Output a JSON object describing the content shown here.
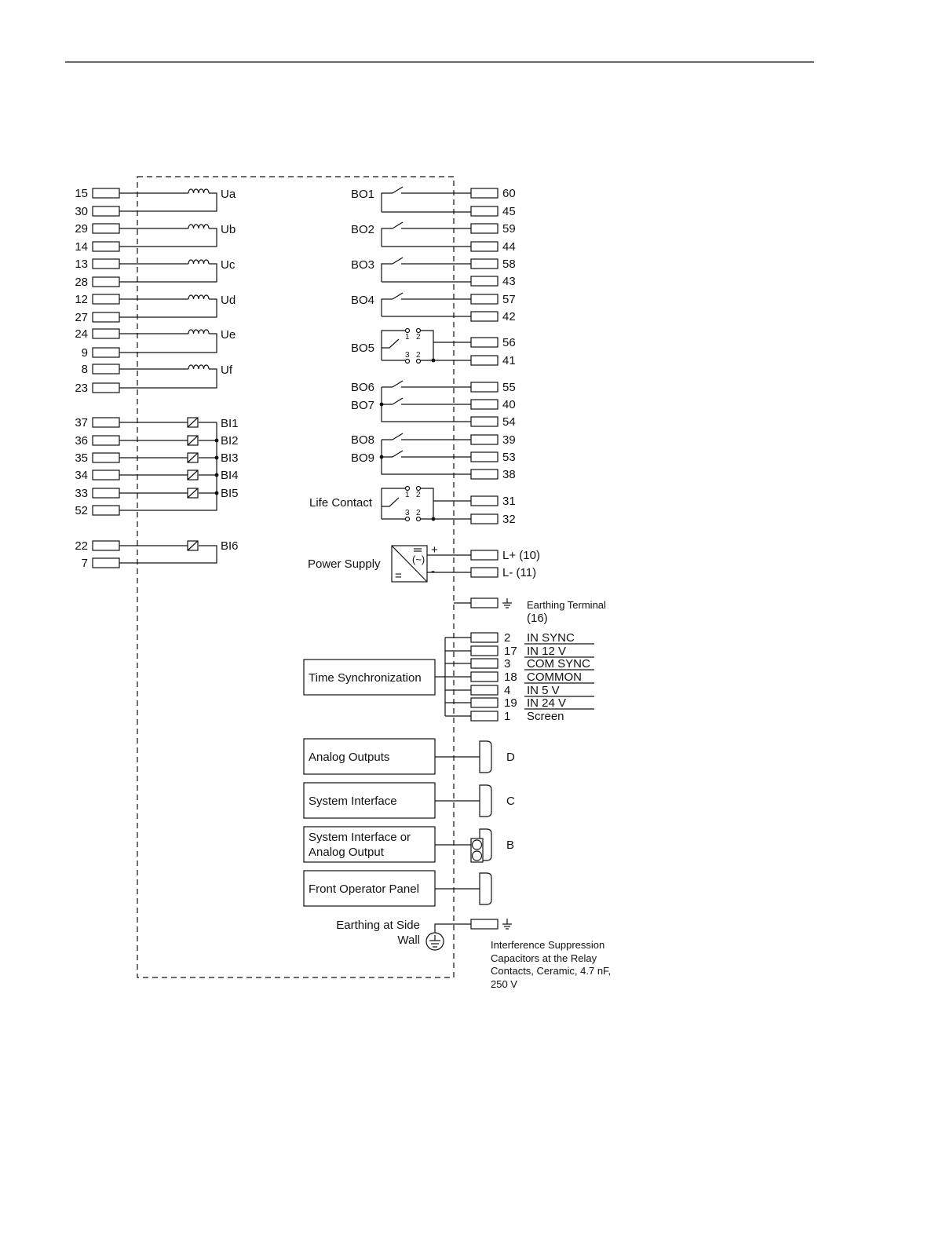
{
  "left_voltage_inputs": [
    {
      "label": "Ua",
      "terminals": [
        "15",
        "30"
      ]
    },
    {
      "label": "Ub",
      "terminals": [
        "29",
        "14"
      ]
    },
    {
      "label": "Uc",
      "terminals": [
        "13",
        "28"
      ]
    },
    {
      "label": "Ud",
      "terminals": [
        "12",
        "27"
      ]
    },
    {
      "label": "Ue",
      "terminals": [
        "24",
        "9"
      ]
    },
    {
      "label": "Uf",
      "terminals": [
        "8",
        "23"
      ]
    }
  ],
  "binary_inputs": {
    "group": [
      {
        "label": "BI1",
        "terminal": "37"
      },
      {
        "label": "BI2",
        "terminal": "36"
      },
      {
        "label": "BI3",
        "terminal": "35"
      },
      {
        "label": "BI4",
        "terminal": "34"
      },
      {
        "label": "BI5",
        "terminal": "33"
      }
    ],
    "group_common": "52",
    "bi6": {
      "label": "BI6",
      "terminals": [
        "22",
        "7"
      ]
    }
  },
  "binary_outputs": {
    "simple": [
      {
        "label": "BO1",
        "terminals": [
          "60",
          "45"
        ]
      },
      {
        "label": "BO2",
        "terminals": [
          "59",
          "44"
        ]
      },
      {
        "label": "BO3",
        "terminals": [
          "58",
          "43"
        ]
      },
      {
        "label": "BO4",
        "terminals": [
          "57",
          "42"
        ]
      }
    ],
    "bo5": {
      "label": "BO5",
      "terminals": [
        "56",
        "41"
      ],
      "jumper_top": [
        "1",
        "2"
      ],
      "jumper_bottom": [
        "3",
        "2"
      ]
    },
    "bo6_7": {
      "labels": [
        "BO6",
        "BO7"
      ],
      "terminals": [
        "55",
        "40",
        "54"
      ]
    },
    "bo8_9": {
      "labels": [
        "BO8",
        "BO9"
      ],
      "terminals": [
        "39",
        "53",
        "38"
      ]
    },
    "life_contact": {
      "label": "Life Contact",
      "terminals": [
        "31",
        "32"
      ],
      "jumper_top": [
        "1",
        "2"
      ],
      "jumper_bottom": [
        "3",
        "2"
      ]
    }
  },
  "power_supply": {
    "label": "Power Supply",
    "symbol_ac": "(~)",
    "symbol_dc": "=",
    "plus": "+",
    "minus": "-",
    "terminals": [
      "L+ (10)",
      "L-  (11)"
    ]
  },
  "earthing_terminal": {
    "label": "Earthing Terminal",
    "number": "(16)"
  },
  "time_sync": {
    "label": "Time Synchronization",
    "rows": [
      {
        "num": "2",
        "name": "IN SYNC"
      },
      {
        "num": "17",
        "name": "IN 12 V"
      },
      {
        "num": "3",
        "name": "COM SYNC"
      },
      {
        "num": "18",
        "name": "COMMON"
      },
      {
        "num": "4",
        "name": "IN 5 V"
      },
      {
        "num": "19",
        "name": "IN 24 V"
      },
      {
        "num": "1",
        "name": "Screen"
      }
    ]
  },
  "interfaces": [
    {
      "label": "Analog Outputs",
      "port": "D"
    },
    {
      "label": "System Interface",
      "port": "C"
    },
    {
      "label": "System Interface or",
      "label2": "Analog Output",
      "port": "B"
    },
    {
      "label": "Front Operator Panel",
      "port": ""
    }
  ],
  "earthing_side_wall": {
    "line1": "Earthing at Side",
    "line2": "Wall"
  },
  "interference_note": [
    "Interference Suppression",
    "Capacitors at the Relay",
    "Contacts, Ceramic, 4.7 nF,",
    "250 V"
  ]
}
